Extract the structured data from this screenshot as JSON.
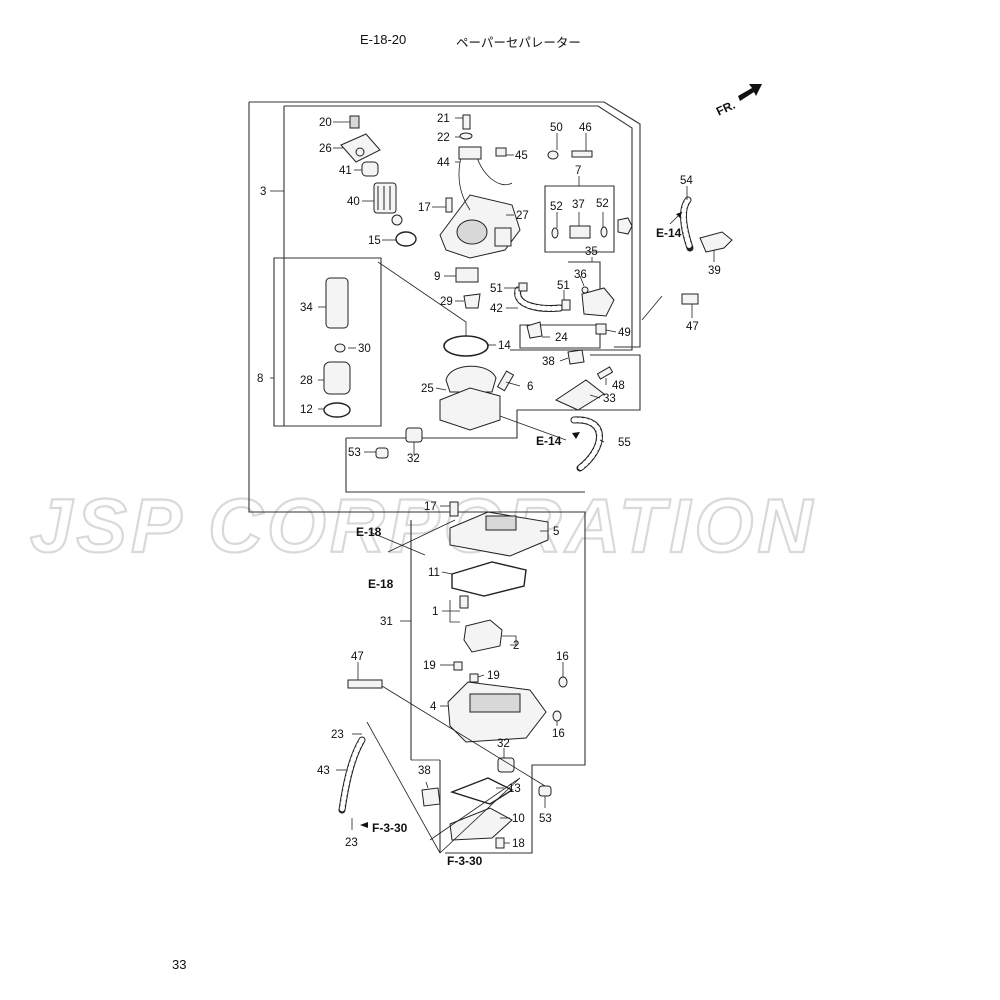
{
  "header": {
    "code": "E-18-20",
    "title": "ペーパーセパレーター"
  },
  "page_number": "33",
  "watermark": "JSP CORPORATION",
  "direction_marker": "FR.",
  "callouts": {
    "c20": "20",
    "c26": "26",
    "c41": "41",
    "c40": "40",
    "c3": "3",
    "c15": "15",
    "c21": "21",
    "c22": "22",
    "c44": "44",
    "c45": "45",
    "c17a": "17",
    "c27": "27",
    "c50": "50",
    "c46": "46",
    "c7": "7",
    "c52a": "52",
    "c37": "37",
    "c52b": "52",
    "c54": "54",
    "c39": "39",
    "c9": "9",
    "c51a": "51",
    "c35": "35",
    "c36": "36",
    "c51b": "51",
    "c29": "29",
    "c42": "42",
    "c49": "49",
    "c47a": "47",
    "c34": "34",
    "c30": "30",
    "c28": "28",
    "c12": "12",
    "c8": "8",
    "c14": "14",
    "c24": "24",
    "c38a": "38",
    "c25": "25",
    "c6": "6",
    "c48": "48",
    "c33": "33",
    "c55": "55",
    "c53a": "53",
    "c32a": "32",
    "c17b": "17",
    "c5": "5",
    "c11": "11",
    "c1": "1",
    "c31": "31",
    "c2": "2",
    "c19a": "19",
    "c19b": "19",
    "c16a": "16",
    "c47b": "47",
    "c4": "4",
    "c16b": "16",
    "c23a": "23",
    "c32b": "32",
    "c43": "43",
    "c38b": "38",
    "c13": "13",
    "c10": "10",
    "c53b": "53",
    "c18": "18",
    "c23b": "23"
  },
  "refs": {
    "e14a": "E-14",
    "e14b": "E-14",
    "e18a": "E-18",
    "e18b": "E-18",
    "f330a": "F-3-30",
    "f330b": "F-3-30"
  },
  "colors": {
    "line": "#222222",
    "watermark": "#d9d9d9",
    "background": "#ffffff"
  }
}
